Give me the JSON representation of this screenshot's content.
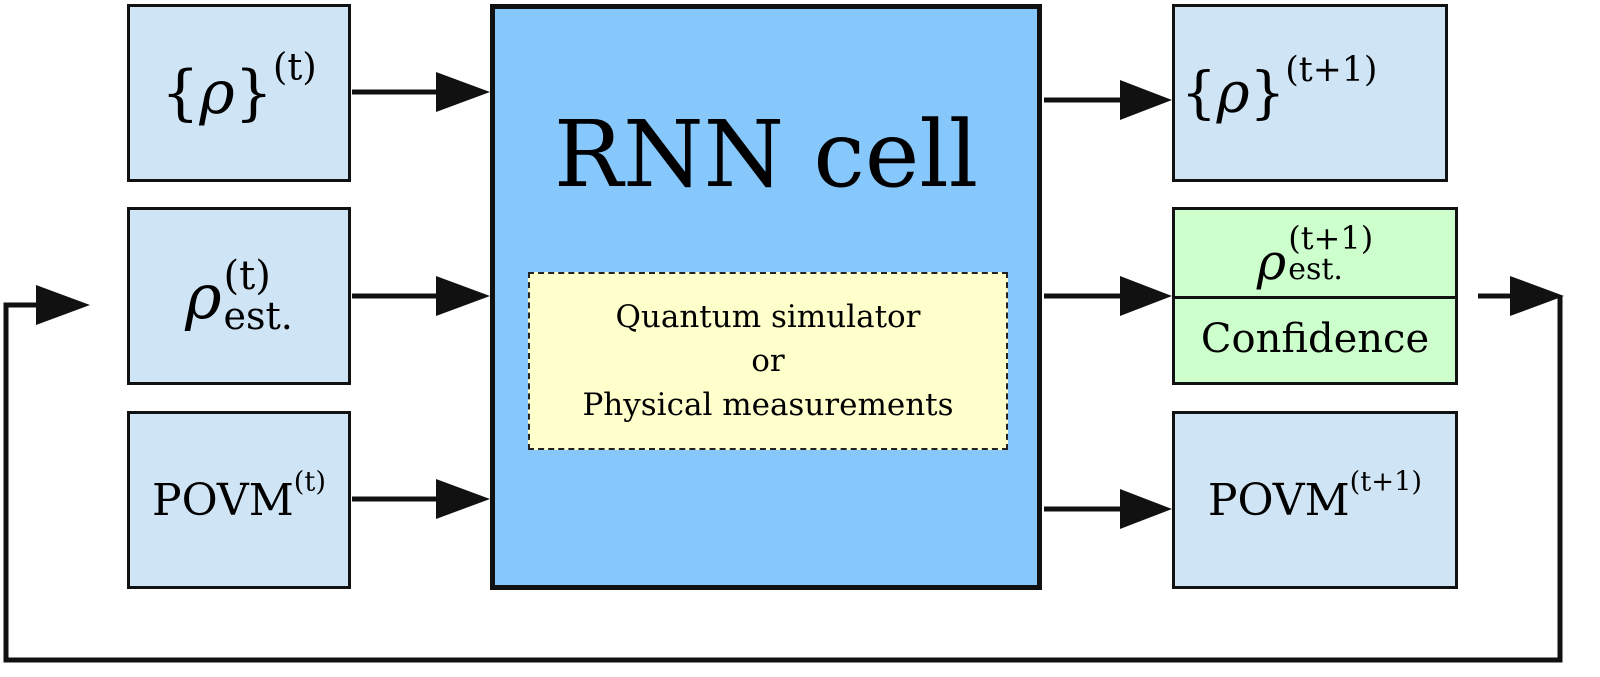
{
  "inputs": {
    "rho_set": {
      "symbol": "ρ",
      "superscript": "(t)"
    },
    "rho_est": {
      "symbol": "ρ",
      "subscript": "est.",
      "superscript": "(t)"
    },
    "povm": {
      "label": "POVM",
      "superscript": "(t)"
    }
  },
  "rnn_cell": {
    "title": "RNN cell",
    "inner": {
      "line1": "Quantum simulator",
      "line2": "or",
      "line3": "Physical measurements"
    }
  },
  "outputs": {
    "rho_set": {
      "symbol": "ρ",
      "superscript": "(t+1)"
    },
    "rho_est": {
      "symbol": "ρ",
      "subscript": "est.",
      "superscript": "(t+1)"
    },
    "confidence": "Confidence",
    "povm": {
      "label": "POVM",
      "superscript": "(t+1)"
    }
  },
  "colors": {
    "input_box": "#cfe4f4",
    "rnn_cell": "#87c8fc",
    "simulator_box": "#ffffcc",
    "estimate_box": "#ccffcc",
    "stroke": "#111111"
  }
}
